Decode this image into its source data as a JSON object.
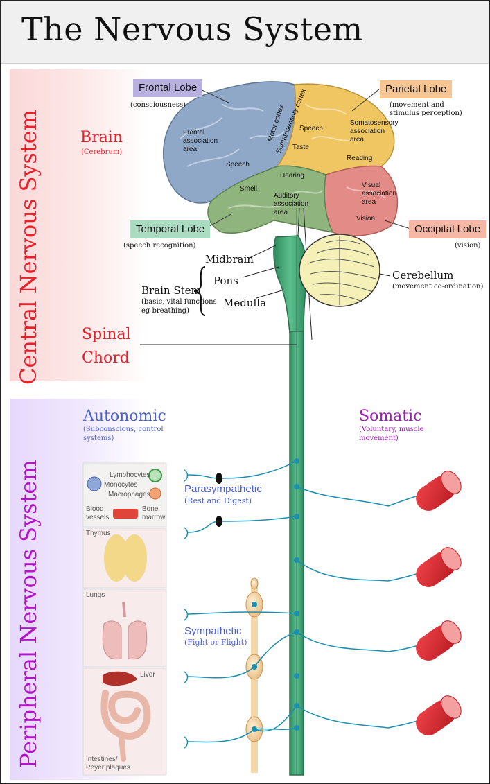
{
  "title": "The Nervous System",
  "sections": {
    "cns": "Central Nervous System",
    "pns": "Peripheral Nervous System"
  },
  "brain": {
    "label": "Brain",
    "sub": "(Cerebrum)",
    "lobes": {
      "frontal": {
        "name": "Frontal Lobe",
        "desc": "(consciousness)",
        "color": "#b8b1df"
      },
      "parietal": {
        "name": "Parietal Lobe",
        "desc1": "(movement and",
        "desc2": "stimulus perception)",
        "color": "#f6c592"
      },
      "temporal": {
        "name": "Temporal Lobe",
        "desc": "(speech recognition)",
        "color": "#a9dcc0"
      },
      "occipital": {
        "name": "Occipital Lobe",
        "desc": "(vision)",
        "color": "#f6b7a5"
      }
    },
    "areas": {
      "frontal_assoc": [
        "Frontal",
        "association",
        "area"
      ],
      "motor_cortex": "Motor cortex",
      "somatosensory_cortex": "Somatosensory cortex",
      "speech_front": "Speech",
      "speech_parietal": "Speech",
      "taste": "Taste",
      "somato_assoc": [
        "Somatosensory",
        "association",
        "area"
      ],
      "reading": "Reading",
      "hearing": "Hearing",
      "smell": "Smell",
      "auditory_assoc": [
        "Auditory",
        "association",
        "area"
      ],
      "visual_assoc": [
        "Visual",
        "association",
        "area"
      ],
      "vision": "Vision"
    }
  },
  "brainstem": {
    "midbrain": "Midbrain",
    "pons": "Pons",
    "medulla": "Medulla",
    "label": "Brain Stem",
    "desc1": "(basic, vital functions",
    "desc2": "eg breathing)"
  },
  "cerebellum": {
    "name": "Cerebellum",
    "desc": "(movement co-ordination)"
  },
  "spinal": {
    "line1": "Spinal",
    "line2": "Chord"
  },
  "autonomic": {
    "name": "Autonomic",
    "desc1": "(Subconscious, control",
    "desc2": "systems)"
  },
  "somatic": {
    "name": "Somatic",
    "desc1": "(Voluntary, muscle",
    "desc2": "movement)"
  },
  "parasympathetic": {
    "name": "Parasympathetic",
    "desc": "(Rest and Digest)"
  },
  "sympathetic": {
    "name": "Sympathetic",
    "desc": "(Fight or Flight)"
  },
  "organs": {
    "lymphocytes": "Lymphocytes",
    "monocytes": "Monocytes",
    "macrophages": "Macrophages",
    "blood": "Blood",
    "vessels": "vessels",
    "bone": "Bone",
    "marrow": "marrow",
    "thymus": "Thymus",
    "lungs": "Lungs",
    "liver": "Liver",
    "intestines1": "Intestines/",
    "intestines2": "Peyer plaques"
  },
  "colors": {
    "cns": "#e8202a",
    "pns": "#b414c8",
    "autonomic": "#4a5fd0",
    "somatic": "#9b1bb5",
    "spine": "#4aa87a",
    "nerve": "#1b8fb0",
    "muscle": "#d9262e"
  }
}
